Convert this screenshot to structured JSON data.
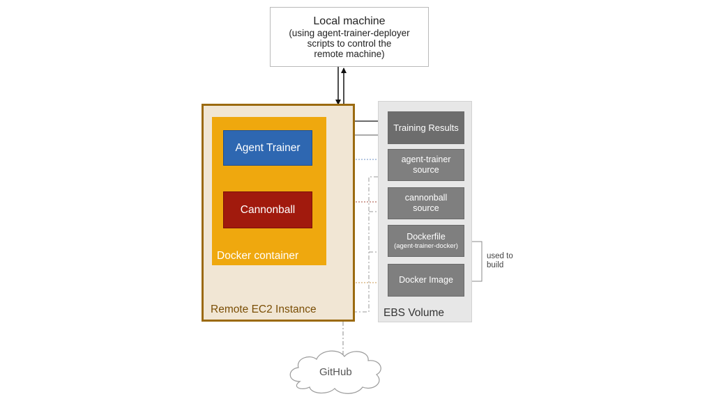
{
  "local_machine": {
    "title": "Local machine",
    "lines": [
      "(using agent-trainer-deployer",
      "scripts to control the",
      "remote machine)"
    ]
  },
  "remote_ec2": {
    "label": "Remote EC2 Instance"
  },
  "docker_container": {
    "label": "Docker container",
    "agent_trainer": "Agent Trainer",
    "cannonball": "Cannonball"
  },
  "ebs_volume": {
    "label": "EBS Volume",
    "training_results": "Training Results",
    "agent_trainer_source": [
      "agent-trainer",
      "source"
    ],
    "cannonball_source": [
      "cannonball",
      "source"
    ],
    "dockerfile": {
      "title": "Dockerfile",
      "sub": "(agent-trainer-docker)"
    },
    "docker_image": "Docker Image"
  },
  "used_to_build": [
    "used to",
    "build"
  ],
  "github": "GitHub",
  "colors": {
    "ec2_border": "#9b6a10",
    "ec2_fill": "#f1e6d4",
    "docker_fill": "#efa80e",
    "agent_trainer": "#2e67b1",
    "cannonball": "#a11a0d",
    "ebs_fill": "#e7e7e7",
    "ebs_item": "#7f7f7f"
  }
}
